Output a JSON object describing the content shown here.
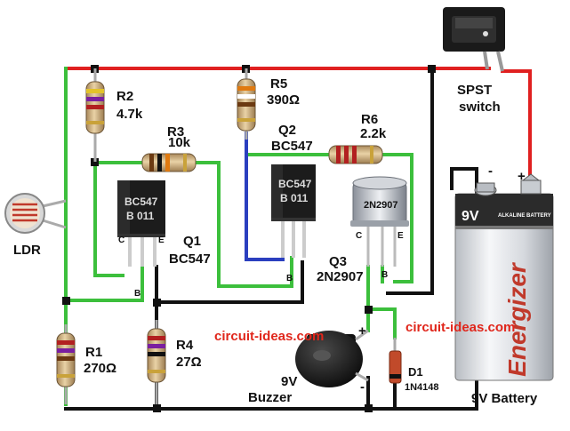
{
  "components": {
    "r1": {
      "name": "R1",
      "value": "270Ω"
    },
    "r2": {
      "name": "R2",
      "value": "4.7k"
    },
    "r3": {
      "name": "R3",
      "value": "10k"
    },
    "r4": {
      "name": "R4",
      "value": "27Ω"
    },
    "r5": {
      "name": "R5",
      "value": "390Ω"
    },
    "r6": {
      "name": "R6",
      "value": "2.2k"
    },
    "q1": {
      "name": "Q1",
      "part": "BC547",
      "body_text": "BC547",
      "body_text2": "B 011",
      "pins": {
        "c": "C",
        "b": "B",
        "e": "E"
      }
    },
    "q2": {
      "name": "Q2",
      "part": "BC547",
      "body_text": "BC547",
      "body_text2": "B 011",
      "pins": {
        "b": "B"
      }
    },
    "q3": {
      "name": "Q3",
      "part": "2N2907",
      "body_text": "2N2907",
      "pins": {
        "c": "C",
        "b": "B",
        "e": "E"
      }
    },
    "d1": {
      "name": "D1",
      "part": "1N4148"
    },
    "ldr": {
      "name": "LDR"
    },
    "buzzer": {
      "line1": "9V",
      "line2": "Buzzer",
      "plus": "+",
      "minus": "-"
    },
    "switch": {
      "line1": "SPST",
      "line2": "switch"
    },
    "battery": {
      "label": "9V Battery",
      "brand": "Energizer",
      "voltage": "9V",
      "type": "ALKALINE BATTERY",
      "plus": "+",
      "minus": "-"
    }
  },
  "watermarks": [
    "circuit-ideas.com",
    "circuit-ideas.com"
  ],
  "colors": {
    "wire_green": "#3cbf3c",
    "wire_red": "#e02020",
    "wire_black": "#111111",
    "wire_blue": "#2b3fbf",
    "watermark": "#e0261b"
  }
}
